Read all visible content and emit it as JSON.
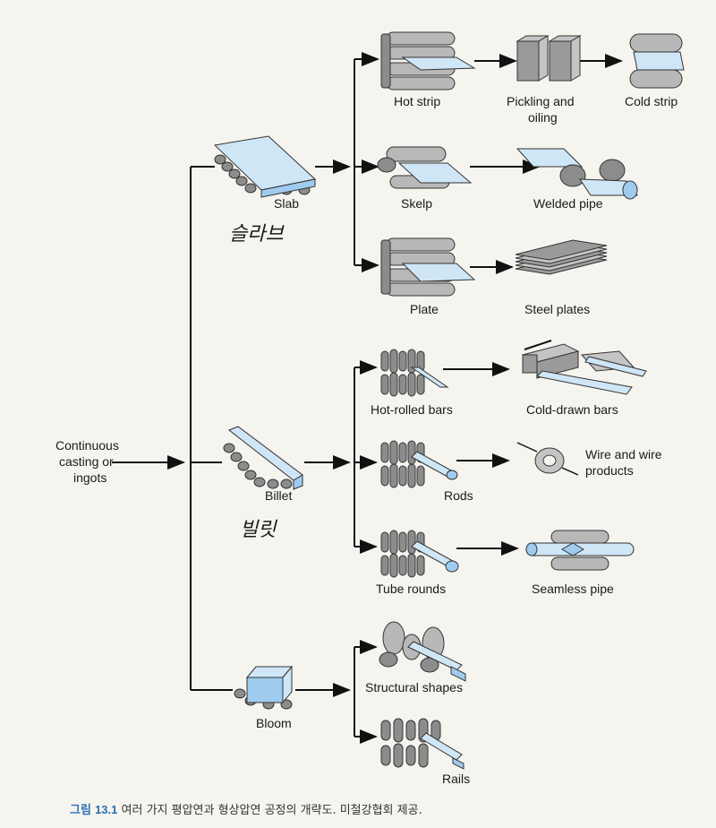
{
  "source": {
    "label_line1": "Continuous",
    "label_line2": "casting or",
    "label_line3": "ingots"
  },
  "primary": {
    "slab": {
      "label": "Slab",
      "note": "슬라브"
    },
    "billet": {
      "label": "Billet",
      "note": "빌릿"
    },
    "bloom": {
      "label": "Bloom"
    }
  },
  "stages": {
    "hot_strip": "Hot strip",
    "pickling_line1": "Pickling and",
    "pickling_line2": "oiling",
    "cold_strip": "Cold strip",
    "skelp": "Skelp",
    "welded_pipe": "Welded pipe",
    "plate": "Plate",
    "steel_plates": "Steel plates",
    "hot_rolled_bars": "Hot-rolled bars",
    "cold_drawn_bars": "Cold-drawn bars",
    "rods": "Rods",
    "wire_line1": "Wire and wire",
    "wire_line2": "products",
    "tube_rounds": "Tube rounds",
    "seamless_pipe": "Seamless pipe",
    "structural_shapes": "Structural shapes",
    "rails": "Rails"
  },
  "caption": {
    "prefix": "그림",
    "number": "13.1",
    "text": "여러 가지 평압연과 형상압연 공정의 개략도. 미철강협회 제공."
  }
}
